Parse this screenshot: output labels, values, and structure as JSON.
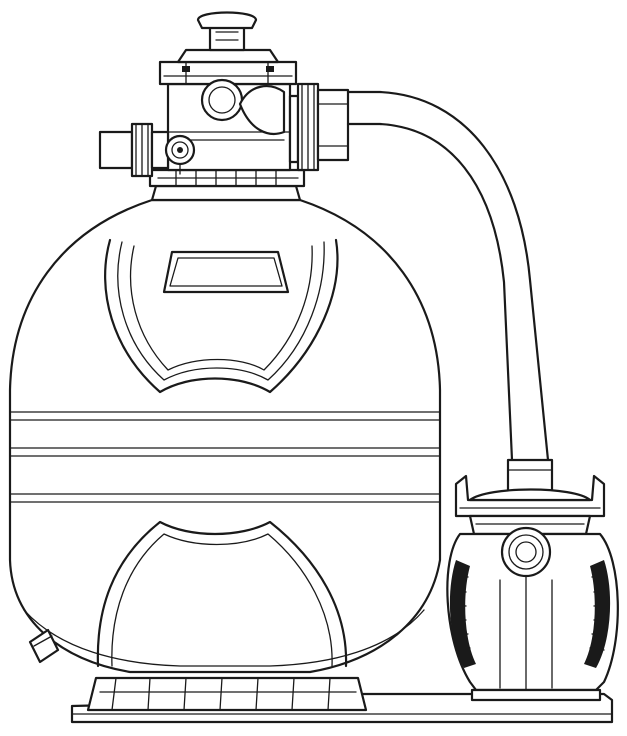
{
  "drawing": {
    "subject": "sand-filter-with-pump",
    "colors": {
      "line": "#1a1a1a",
      "background": "#ffffff"
    },
    "components": [
      {
        "name": "multiport-valve-handle",
        "icon": "t-handle-icon"
      },
      {
        "name": "multiport-valve",
        "icon": "valve-icon"
      },
      {
        "name": "pressure-gauge",
        "icon": "gauge-icon"
      },
      {
        "name": "filter-tank",
        "icon": "tank-icon"
      },
      {
        "name": "connecting-hose",
        "icon": "hose-icon"
      },
      {
        "name": "pump-strainer-basket",
        "icon": "strainer-icon"
      },
      {
        "name": "pump-motor",
        "icon": "motor-icon"
      },
      {
        "name": "drain-plug",
        "icon": "drain-icon"
      },
      {
        "name": "base-platform",
        "icon": "base-icon"
      }
    ]
  }
}
